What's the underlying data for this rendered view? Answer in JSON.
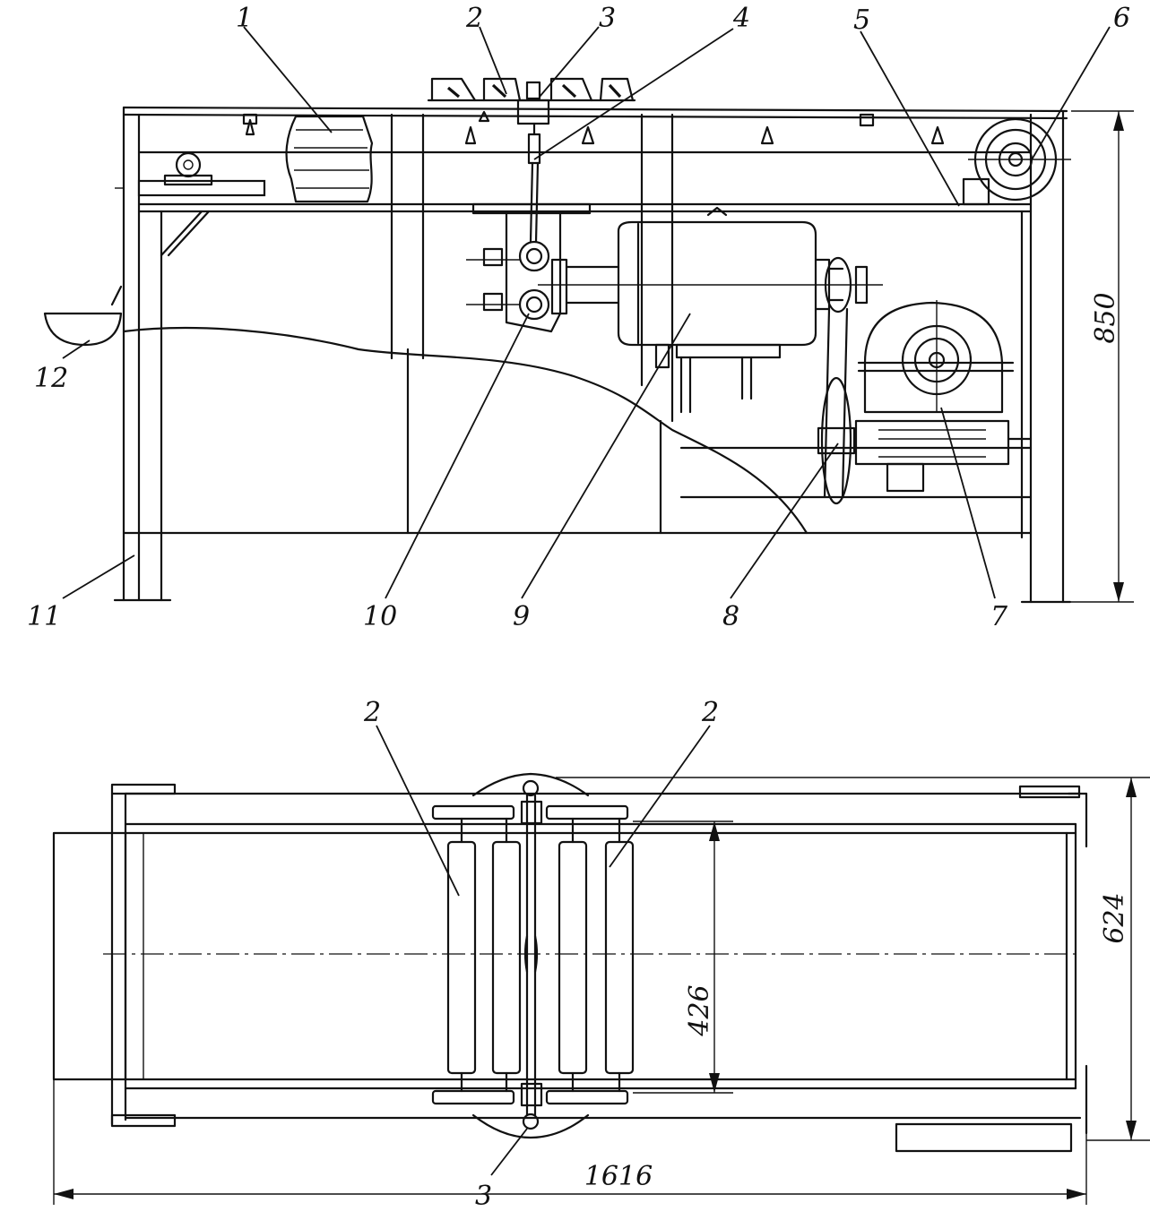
{
  "side_view": {
    "callouts": [
      "1",
      "2",
      "3",
      "4",
      "5",
      "6",
      "7",
      "8",
      "9",
      "10",
      "11",
      "12"
    ],
    "dimension_height": "850"
  },
  "top_view": {
    "callouts": [
      "2",
      "2",
      "3"
    ],
    "dimension_length": "1616",
    "dimension_width": "624",
    "dimension_inner": "426"
  }
}
